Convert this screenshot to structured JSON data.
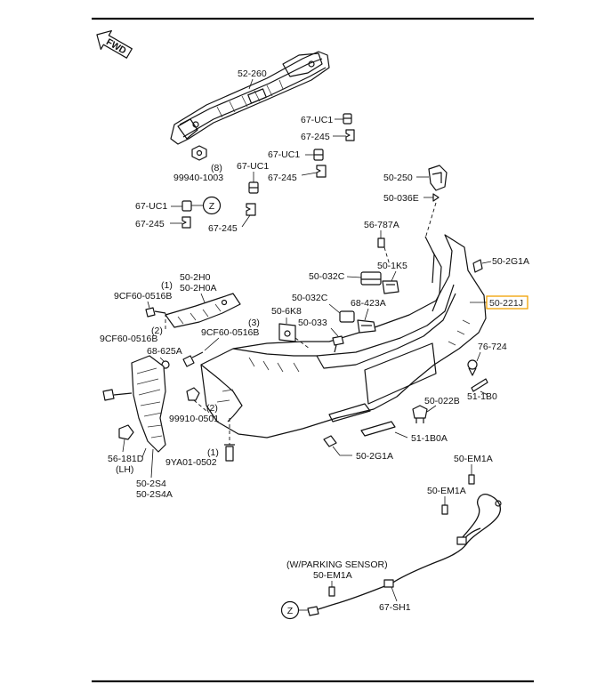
{
  "diagram": {
    "fwd_label": "FWD",
    "highlight_color": "#f2a000",
    "labels": {
      "p52_260": "52-260",
      "p67_uc1_a": "67-UC1",
      "p67_245_a": "67-245",
      "p67_uc1_b": "67-UC1",
      "p67_245_b": "67-245",
      "p67_uc1_c": "67-UC1",
      "q8": "(8)",
      "p99940_1003": "99940-1003",
      "p67_uc1_d": "67-UC1",
      "z_a": "Z",
      "p67_245_c": "67-245",
      "p67_245_d": "67-245",
      "p50_250": "50-250",
      "p50_036e": "50-036E",
      "p56_787a": "56-787A",
      "p50_2g1a_a": "50-2G1A",
      "p50_1k5": "50-1K5",
      "p50_032c_a": "50-032C",
      "p50_221j": "50-221J",
      "p50_2h0": "50-2H0",
      "p50_2h0a": "50-2H0A",
      "q1_a": "(1)",
      "p9cf60_0516b_a": "9CF60-0516B",
      "p50_032c_b": "50-032C",
      "p68_423a": "68-423A",
      "p50_6k8": "50-6K8",
      "q2_a": "(2)",
      "q3": "(3)",
      "p9cf60_0516b_b": "9CF60-0516B",
      "p50_033": "50-033",
      "p9cf60_0516b_c": "9CF60-0516B",
      "p68_625a": "68-625A",
      "p76_724": "76-724",
      "p51_1b0": "51-1B0",
      "q2_b": "(2)",
      "p99910_0501": "99910-0501",
      "p50_022b": "50-022B",
      "p51_1b0a": "51-1B0A",
      "q1_b": "(1)",
      "p9ya01_0502": "9YA01-0502",
      "p56_181d": "56-181D",
      "lh": "(LH)",
      "p50_2s4": "50-2S4",
      "p50_2s4a": "50-2S4A",
      "p50_2g1a_b": "50-2G1A",
      "p50_em1a_a": "50-EM1A",
      "p50_em1a_b": "50-EM1A",
      "w_parking_sensor": "(W/PARKING SENSOR)",
      "p50_em1a_c": "50-EM1A",
      "z_b": "Z",
      "p67_sh1": "67-SH1"
    }
  }
}
